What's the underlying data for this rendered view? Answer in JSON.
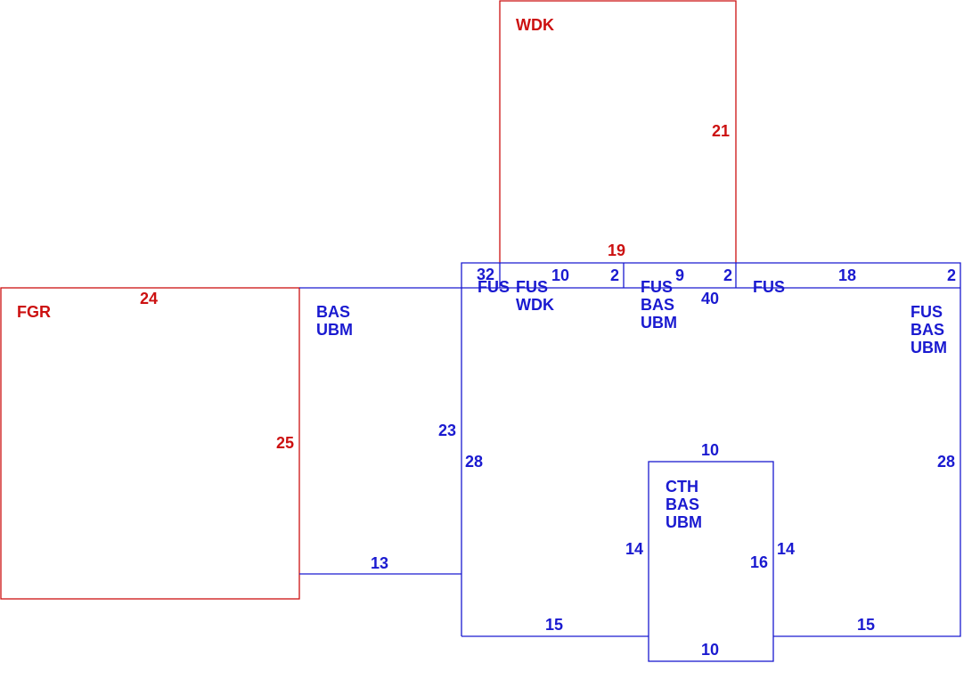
{
  "colors": {
    "red": "#cc1111",
    "blue": "#1a1ad0",
    "background": "#ffffff"
  },
  "areas": {
    "wdk": {
      "code": "WDK"
    },
    "fgr": {
      "code": "FGR"
    },
    "bas_ubm_left": {
      "line1": "BAS",
      "line2": "UBM"
    },
    "fus_left": {
      "code": "FUS"
    },
    "fus_wdk": {
      "line1": "FUS",
      "line2": "WDK"
    },
    "fus_bas_ubm_mid": {
      "line1": "FUS",
      "line2": "BAS",
      "line3": "UBM"
    },
    "fus_right": {
      "code": "FUS"
    },
    "fus_bas_ubm_right": {
      "line1": "FUS",
      "line2": "BAS",
      "line3": "UBM"
    },
    "cth": {
      "line1": "CTH",
      "line2": "BAS",
      "line3": "UBM"
    }
  },
  "dimensions": {
    "wdk_right": "21",
    "wdk_bottom": "19",
    "fgr_top": "24",
    "fgr_right": "25",
    "bas_left_right": "23",
    "bas_left_bottom": "13",
    "strip_left_32": "32",
    "strip_10": "10",
    "strip_2a": "2",
    "strip_9": "9",
    "strip_2b": "2",
    "strip_18": "18",
    "strip_2c": "2",
    "main_top": "40",
    "main_left": "28",
    "main_right": "28",
    "main_bottom_left": "15",
    "main_bottom_right": "15",
    "cth_top": "10",
    "cth_left": "14",
    "cth_right_inner": "16",
    "cth_right_outer": "14",
    "cth_bottom": "10"
  }
}
